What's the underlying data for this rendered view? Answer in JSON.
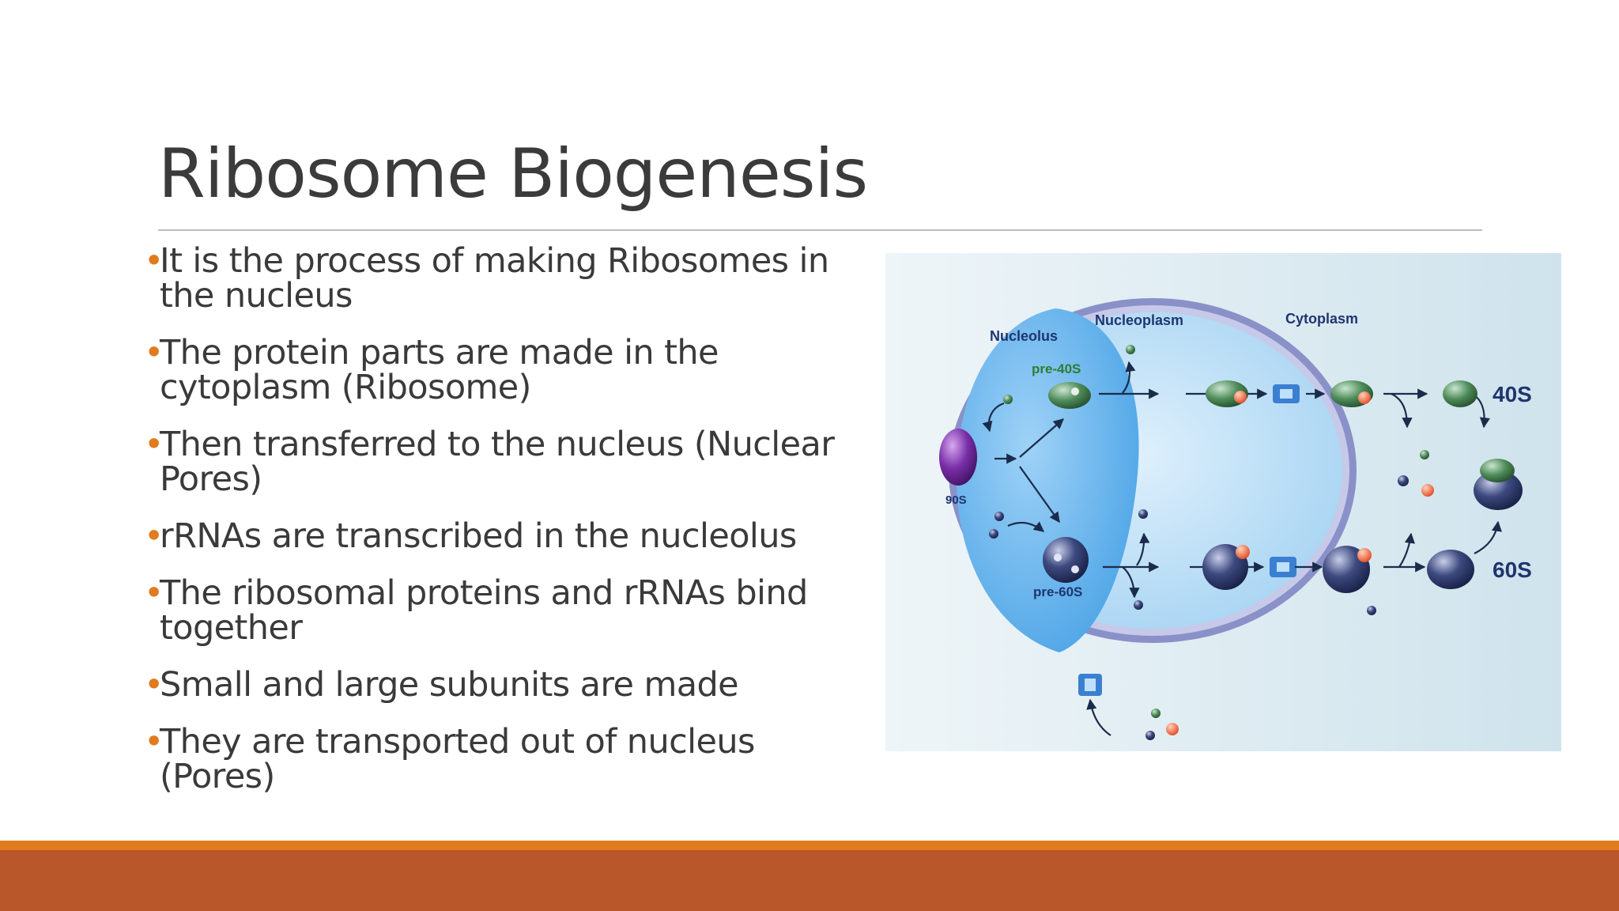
{
  "slide": {
    "title": "Ribosome Biogenesis",
    "bullets": [
      "It is the process of making Ribosomes in the nucleus",
      "The protein parts are made in the cytoplasm (Ribosome)",
      "Then transferred to the nucleus (Nuclear Pores)",
      "rRNAs are transcribed in the nucleolus",
      "The ribosomal proteins and rRNAs bind together",
      "Small and large subunits are made",
      "They are transported out of nucleus (Pores)"
    ],
    "bullet_glyph": "•"
  },
  "figure": {
    "labels": {
      "nucleolus": "Nucleolus",
      "nucleoplasm": "Nucleoplasm",
      "cytoplasm": "Cytoplasm",
      "pre40s": "pre-40S",
      "pre60s": "pre-60S",
      "s90": "90S",
      "s40": "40S",
      "s60": "60S"
    }
  },
  "colors": {
    "accent_orange": "#e07b1e",
    "footer_rust": "#b9572a",
    "title_gray": "#3b3b3b",
    "rule_gray": "#bdbdbd"
  }
}
